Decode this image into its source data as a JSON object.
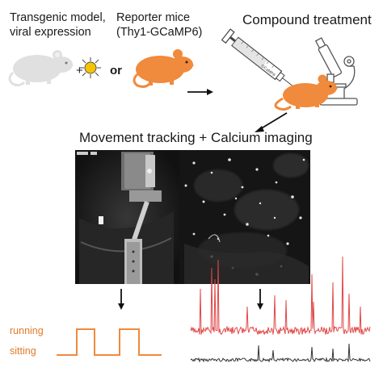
{
  "labels": {
    "transgenic": "Transgenic model,",
    "viral": "viral expression",
    "reporter": "Reporter mice",
    "thy1": "(Thy1-GCaMP6)",
    "or": "or",
    "compound": "Compound treatment",
    "movement": "Movement tracking + Calcium imaging",
    "running": "running",
    "sitting": "sitting",
    "syringe_text": "GCaMP6"
  },
  "colors": {
    "orange": "#f08a3c",
    "orange_text": "#e07b28",
    "gray_mouse": "#e0e0e0",
    "virus_yellow": "#f5c400",
    "trace_red": "#e04848",
    "trace_dark": "#333333",
    "arrow": "#111111"
  },
  "icons": [
    "gray-mouse-icon",
    "virus-icon",
    "orange-mouse-icon",
    "syringe-icon",
    "microscope-icon",
    "treated-mouse-icon",
    "arrow-icon"
  ],
  "behavior_trace": {
    "states": [
      "sitting",
      "running",
      "sitting",
      "running",
      "sitting"
    ]
  }
}
